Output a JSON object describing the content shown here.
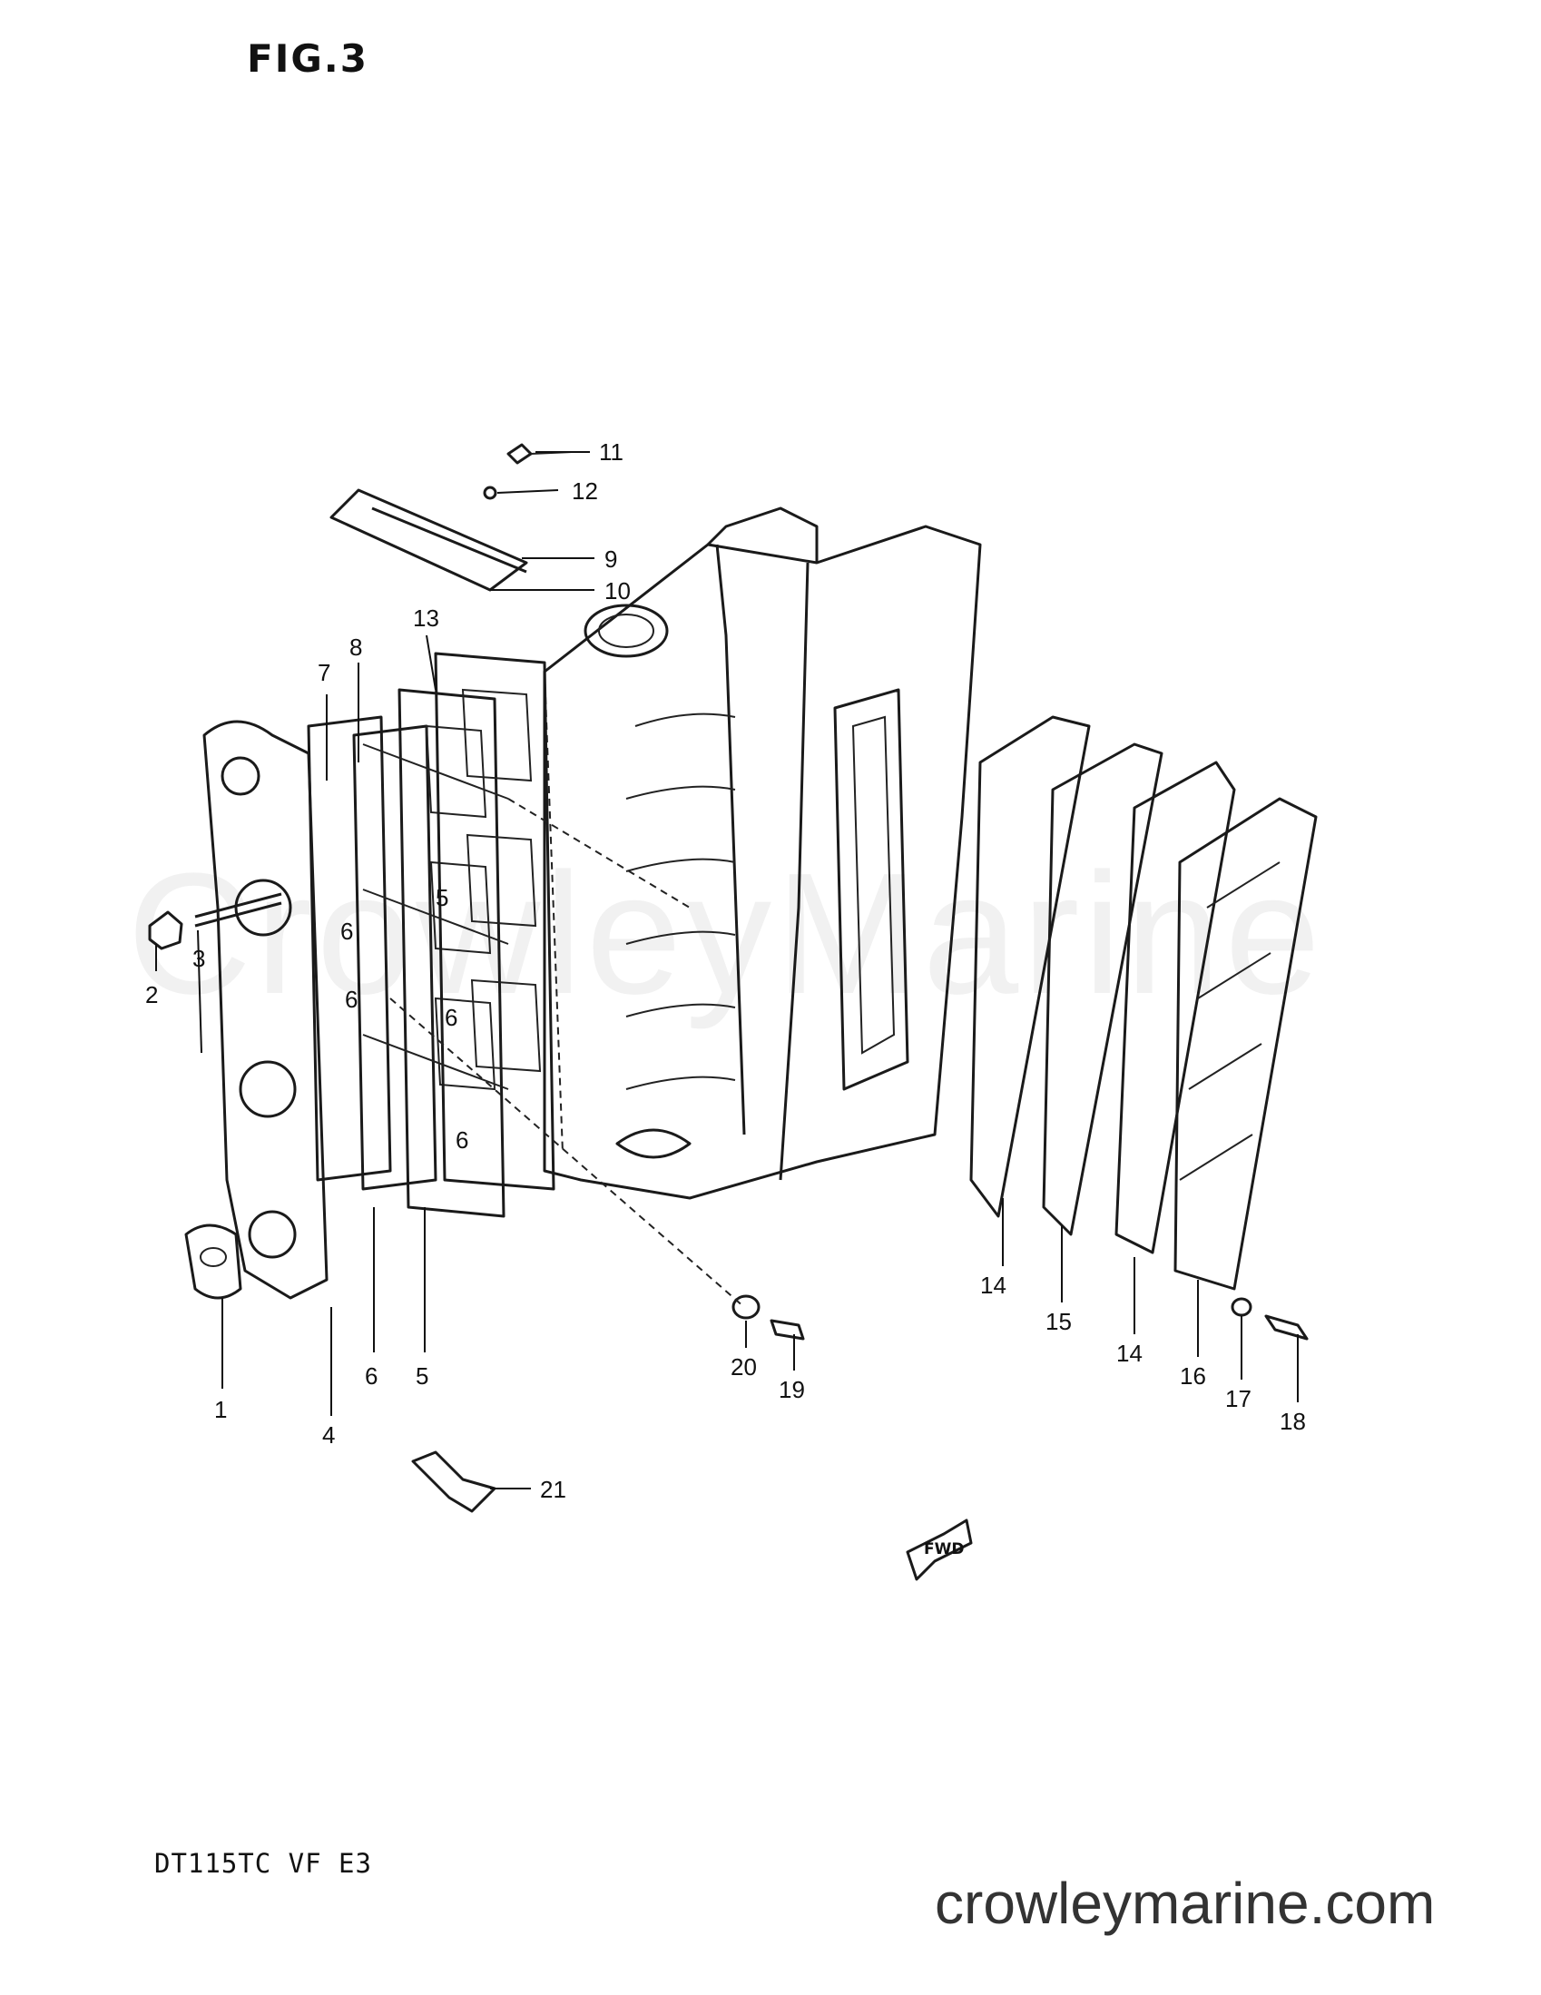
{
  "figure": {
    "title": "FIG.3"
  },
  "model": {
    "code": "DT115TC VF E3"
  },
  "footer": {
    "site": "crowleymarine.com"
  },
  "watermark": {
    "text": "CrowleyMarine"
  },
  "fwd_marker": {
    "text": "FWD"
  },
  "callouts": [
    "1",
    "2",
    "3",
    "4",
    "5",
    "5",
    "6",
    "6",
    "6",
    "6",
    "6",
    "7",
    "8",
    "9",
    "10",
    "11",
    "12",
    "13",
    "14",
    "14",
    "15",
    "16",
    "17",
    "18",
    "19",
    "20",
    "21"
  ]
}
